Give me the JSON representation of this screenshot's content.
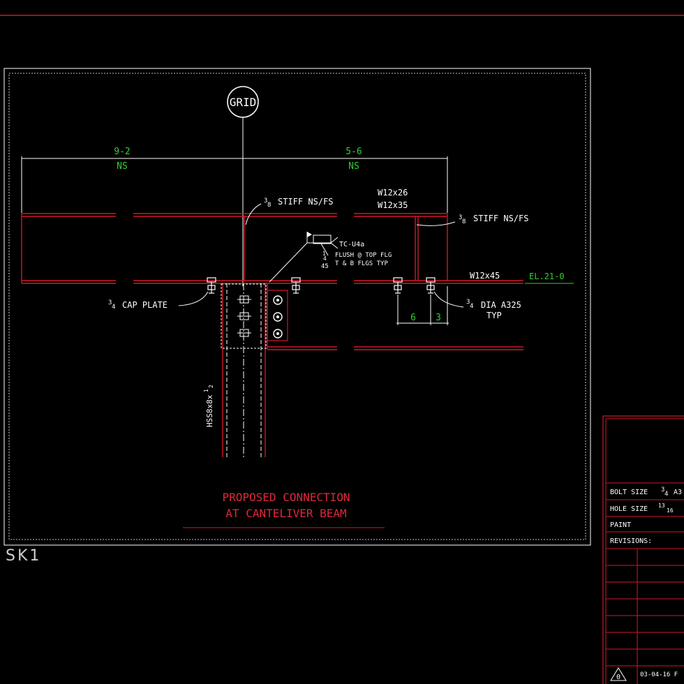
{
  "colors": {
    "beam_red": "#d01828",
    "text_white": "#ffffff",
    "dim_green": "#2fd12f",
    "title_red": "#e0283a",
    "background": "#000000"
  },
  "grid_bubble": {
    "label": "GRID"
  },
  "dimensions": {
    "left": {
      "value": "9-2",
      "sub": "NS"
    },
    "right": {
      "value": "5-6",
      "sub": "NS"
    },
    "bolt_dim_a": "6",
    "bolt_dim_b": "3"
  },
  "callouts": {
    "stiff_left": {
      "frac_num": "3",
      "frac_den": "8",
      "text": "STIFF NS/FS"
    },
    "stiff_right": {
      "frac_num": "3",
      "frac_den": "8",
      "text": "STIFF NS/FS"
    },
    "beam_upper_1": "W12x26",
    "beam_upper_2": "W12x35",
    "beam_lower": "W12x45",
    "elevation": "EL.21-0",
    "weld_ref": "TC-U4a",
    "weld_note_1": "FLUSH @ TOP FLG",
    "weld_note_2": "T & B FLGS TYP",
    "weld_size_num": "1",
    "weld_size_den": "4",
    "weld_angle": "45",
    "cap_plate": {
      "frac_num": "3",
      "frac_den": "4",
      "text": "CAP PLATE"
    },
    "bolt_dia": {
      "frac_num": "3",
      "frac_den": "4",
      "text": "DIA A325",
      "sub": "TYP"
    },
    "column": {
      "text": "HSS8x8x",
      "frac_num": "1",
      "frac_den": "2"
    }
  },
  "title": {
    "line1": "PROPOSED CONNECTION",
    "line2": "AT CANTELIVER BEAM"
  },
  "sheet_label": "SK1",
  "title_block": {
    "bolt_size_label": "BOLT SIZE",
    "bolt_size_frac_num": "3",
    "bolt_size_frac_den": "4",
    "bolt_size_tail": "A3",
    "hole_size_label": "HOLE SIZE",
    "hole_size_frac_num": "13",
    "hole_size_frac_den": "16",
    "paint_label": "PAINT",
    "revisions_label": "REVISIONS:",
    "rev_number": "0",
    "rev_date": "03-04-16 F"
  }
}
